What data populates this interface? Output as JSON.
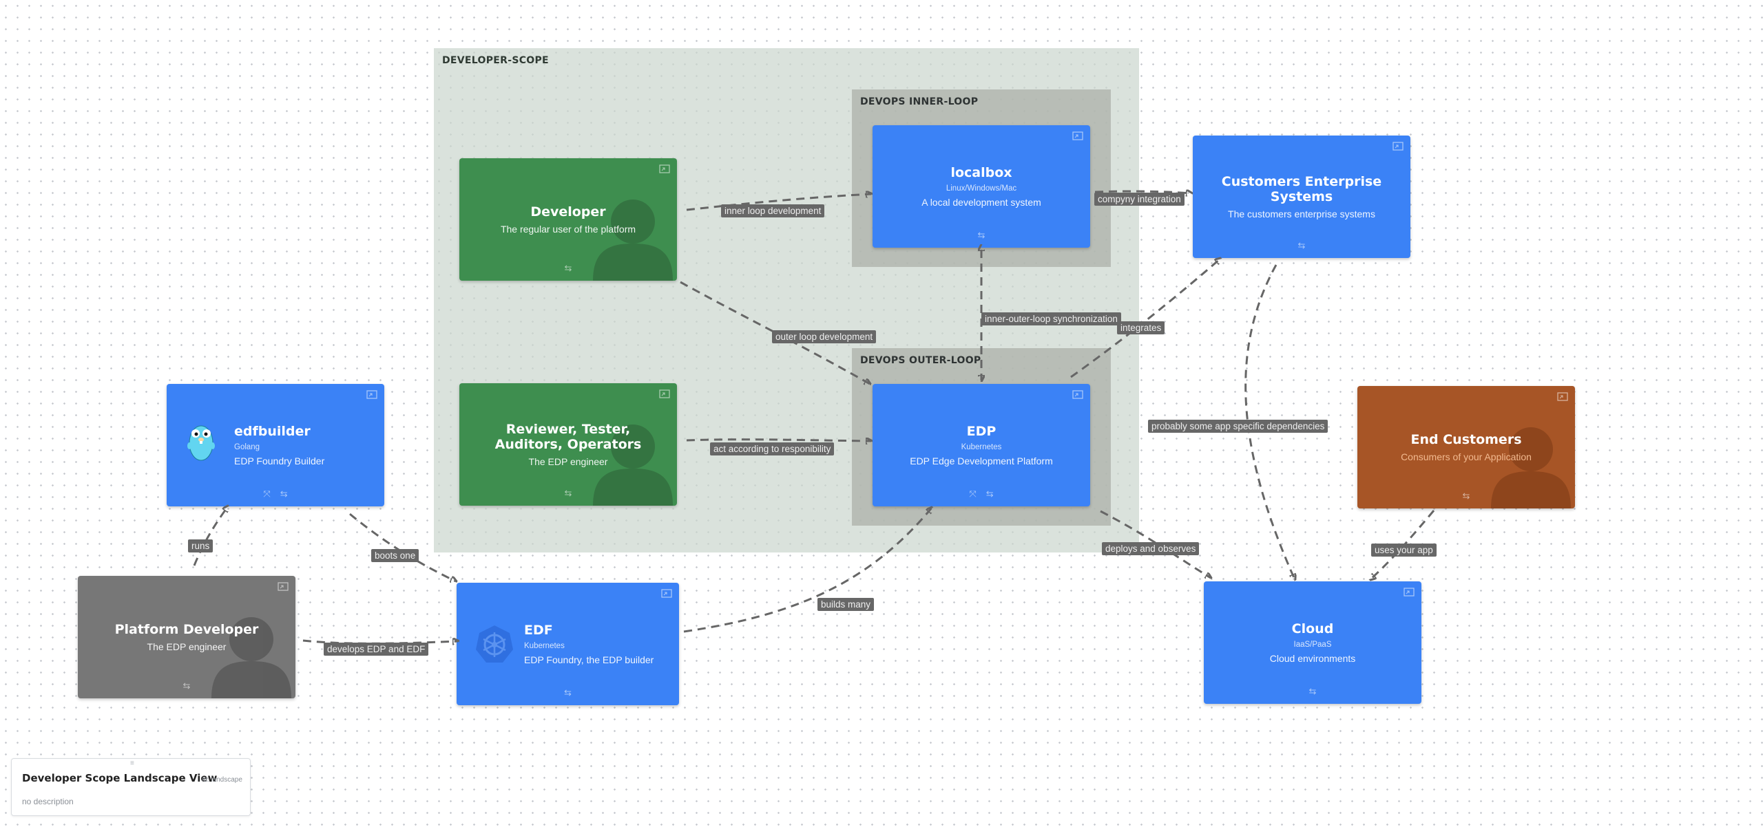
{
  "groups": {
    "developer_scope": "DEVELOPER-SCOPE",
    "inner_loop": "DEVOPS INNER-LOOP",
    "outer_loop": "DEVOPS OUTER-LOOP"
  },
  "nodes": {
    "developer": {
      "title": "Developer",
      "description": "The regular user of the platform",
      "color": "#3e8e4f",
      "kind": "person"
    },
    "reviewer": {
      "title": "Reviewer, Tester, Auditors, Operators",
      "description": "The EDP engineer",
      "color": "#3e8e4f",
      "kind": "person"
    },
    "localbox": {
      "title": "localbox",
      "technology": "Linux/Windows/Mac",
      "description": "A local development system",
      "color": "#3b82f6"
    },
    "edp": {
      "title": "EDP",
      "technology": "Kubernetes",
      "description": "EDP Edge Development Platform",
      "color": "#3b82f6"
    },
    "customers_enterprise": {
      "title": "Customers Enterprise Systems",
      "description": "The customers enterprise systems",
      "color": "#3b82f6"
    },
    "edfbuilder": {
      "title": "edfbuilder",
      "technology": "Golang",
      "description": "EDP Foundry Builder",
      "color": "#3b82f6",
      "icon": "gopher-icon"
    },
    "platform_developer": {
      "title": "Platform Developer",
      "description": "The EDP engineer",
      "color": "#777777",
      "kind": "person"
    },
    "edf": {
      "title": "EDF",
      "technology": "Kubernetes",
      "description": "EDP Foundry, the EDP builder",
      "color": "#3b82f6",
      "icon": "kubernetes-icon"
    },
    "end_customers": {
      "title": "End Customers",
      "description": "Consumers of your Application",
      "color": "#a75526",
      "kind": "person"
    },
    "cloud": {
      "title": "Cloud",
      "technology": "IaaS/PaaS",
      "description": "Cloud environments",
      "color": "#3b82f6"
    }
  },
  "edges": {
    "inner_loop_development": "inner loop development",
    "outer_loop_development": "outer loop development",
    "act_according": "act according to responibility",
    "companyintegration": "compyny integration",
    "inner_outer_sync": "inner-outer-loop synchronization",
    "integrates": "integrates",
    "probably_dependencies": "probably some app specific dependencies",
    "deploys_observes": "deploys and observes",
    "uses_your_app": "uses your app",
    "builds_many": "builds many",
    "boots_one": "boots one",
    "runs": "runs",
    "develops_edp_edf": "develops EDP and EDF"
  },
  "view": {
    "title": "Developer Scope Landscape View",
    "id_label": "id: landscape",
    "description": "no description"
  }
}
